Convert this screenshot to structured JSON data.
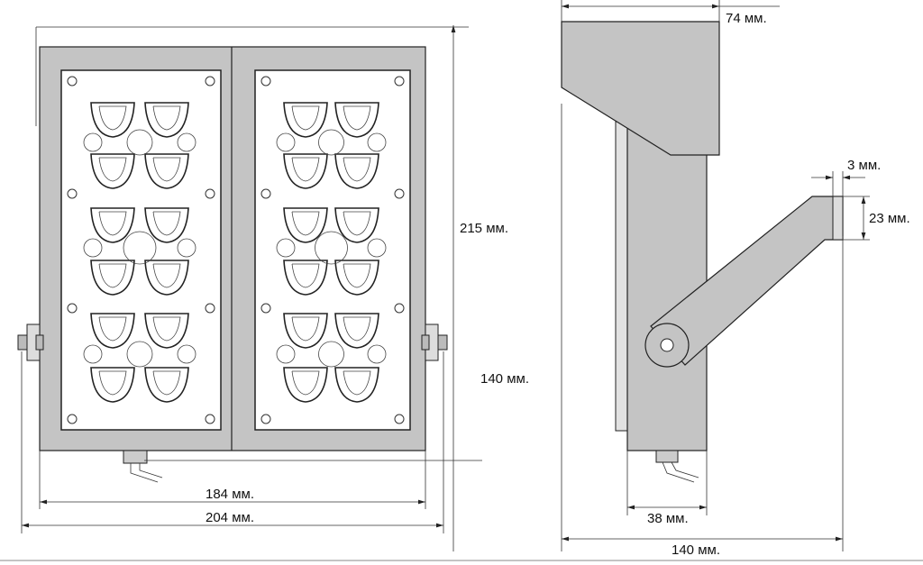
{
  "drawing": {
    "front_view": {
      "height_total": "215 мм.",
      "height_body": "140 мм.",
      "width_inner": "184 мм.",
      "width_total": "204 мм."
    },
    "side_view": {
      "depth_top": "74 мм.",
      "bracket_thickness": "3 мм.",
      "bracket_slot": "23 мм.",
      "body_depth": "38 мм.",
      "depth_total": "140 мм."
    },
    "colors": {
      "housing": "#c4c4c4",
      "line": "#222222"
    }
  }
}
